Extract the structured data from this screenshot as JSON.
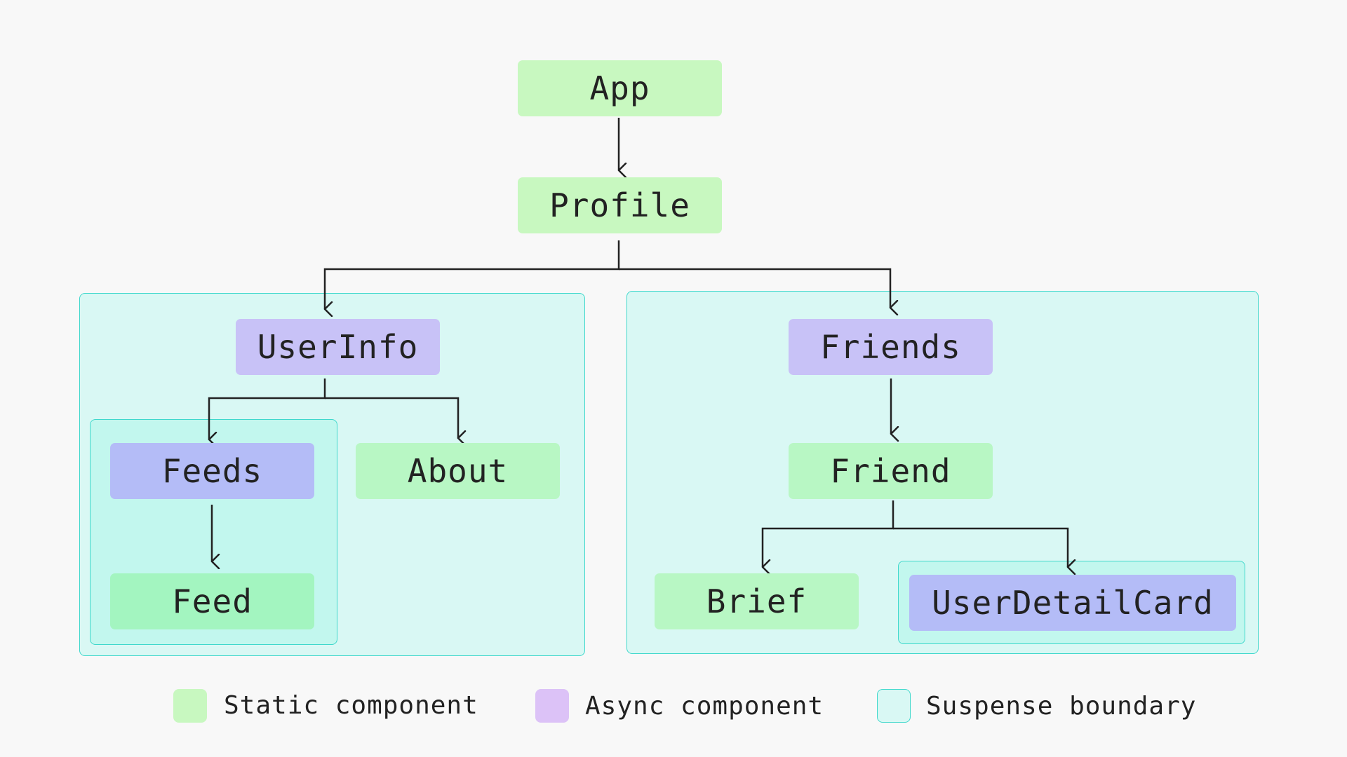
{
  "colors": {
    "background": "#f8f8f8",
    "static_component": "#c8f8c0",
    "static_component_in_boundary": "#b8f7c4",
    "static_component_nested": "#a3f5c0",
    "async_component": "#c8c2f7",
    "async_component_nested": "#b4bcf7",
    "suspense_boundary_fill": "#d9f8f4",
    "suspense_boundary_nested_fill": "#c2f7ee",
    "suspense_boundary_border": "#3fd8cc",
    "edge": "#222222",
    "legend_async": "#dcc2f7"
  },
  "nodes": {
    "app": "App",
    "profile": "Profile",
    "userinfo": "UserInfo",
    "feeds": "Feeds",
    "feed": "Feed",
    "about": "About",
    "friends": "Friends",
    "friend": "Friend",
    "brief": "Brief",
    "userdetailcard": "UserDetailCard"
  },
  "node_kinds": {
    "app": "static",
    "profile": "static",
    "userinfo": "async",
    "feeds": "async",
    "feed": "static",
    "about": "static",
    "friends": "async",
    "friend": "static",
    "brief": "static",
    "userdetailcard": "async"
  },
  "edges": [
    [
      "app",
      "profile"
    ],
    [
      "profile",
      "userinfo"
    ],
    [
      "profile",
      "friends"
    ],
    [
      "userinfo",
      "feeds"
    ],
    [
      "userinfo",
      "about"
    ],
    [
      "feeds",
      "feed"
    ],
    [
      "friends",
      "friend"
    ],
    [
      "friend",
      "brief"
    ],
    [
      "friend",
      "userdetailcard"
    ]
  ],
  "suspense_boundaries": [
    [
      "userinfo",
      "feeds",
      "feed",
      "about"
    ],
    [
      "feeds",
      "feed"
    ],
    [
      "friends",
      "friend",
      "brief",
      "userdetailcard"
    ],
    [
      "userdetailcard"
    ]
  ],
  "legend": {
    "static": "Static component",
    "async": "Async component",
    "boundary": "Suspense boundary"
  }
}
